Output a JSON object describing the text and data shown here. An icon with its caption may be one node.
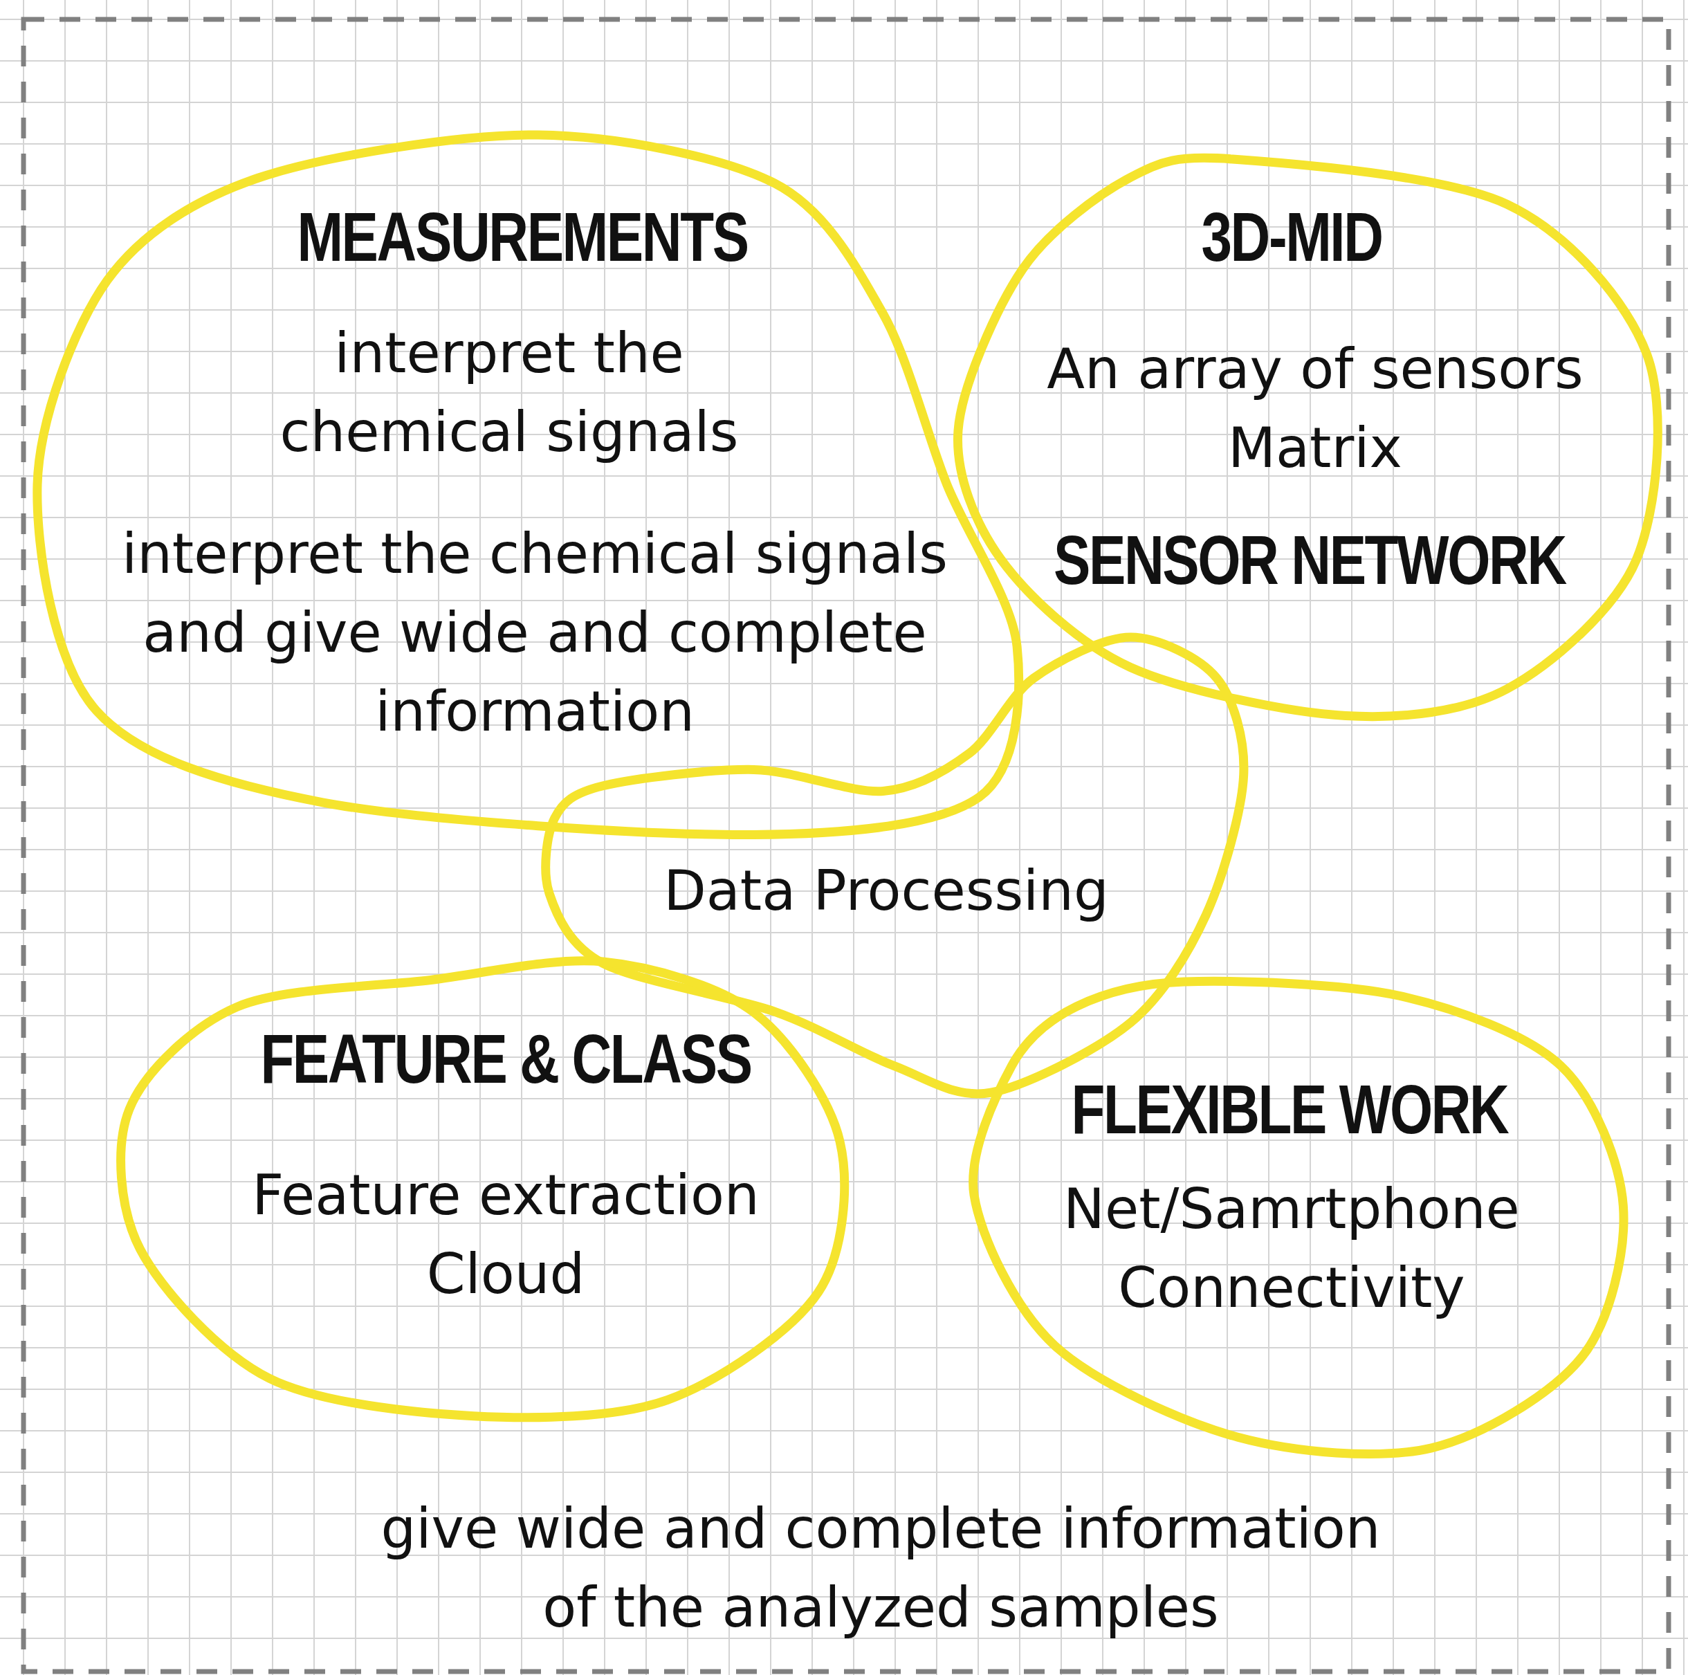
{
  "diagram": {
    "nodes": [
      {
        "text": [
          "MEASUREMENTS",
          "interpret the chemical signals",
          "interpret the chemical signals and give wide and complete information"
        ]
      },
      {
        "text": [
          "3D-MID",
          "An array of sensors Matrix",
          "SENSOR NETWORK"
        ]
      },
      {
        "text": [
          "Data Processing"
        ]
      },
      {
        "text": [
          "FEATURE & CLASS",
          "Feature extraction Cloud"
        ]
      },
      {
        "text": [
          "FLEXIBLE WORK",
          "Net/Samrtphone Connectivity"
        ]
      }
    ],
    "edges": [],
    "labels": [
      "give wide and complete information of the analyzed samples"
    ]
  }
}
